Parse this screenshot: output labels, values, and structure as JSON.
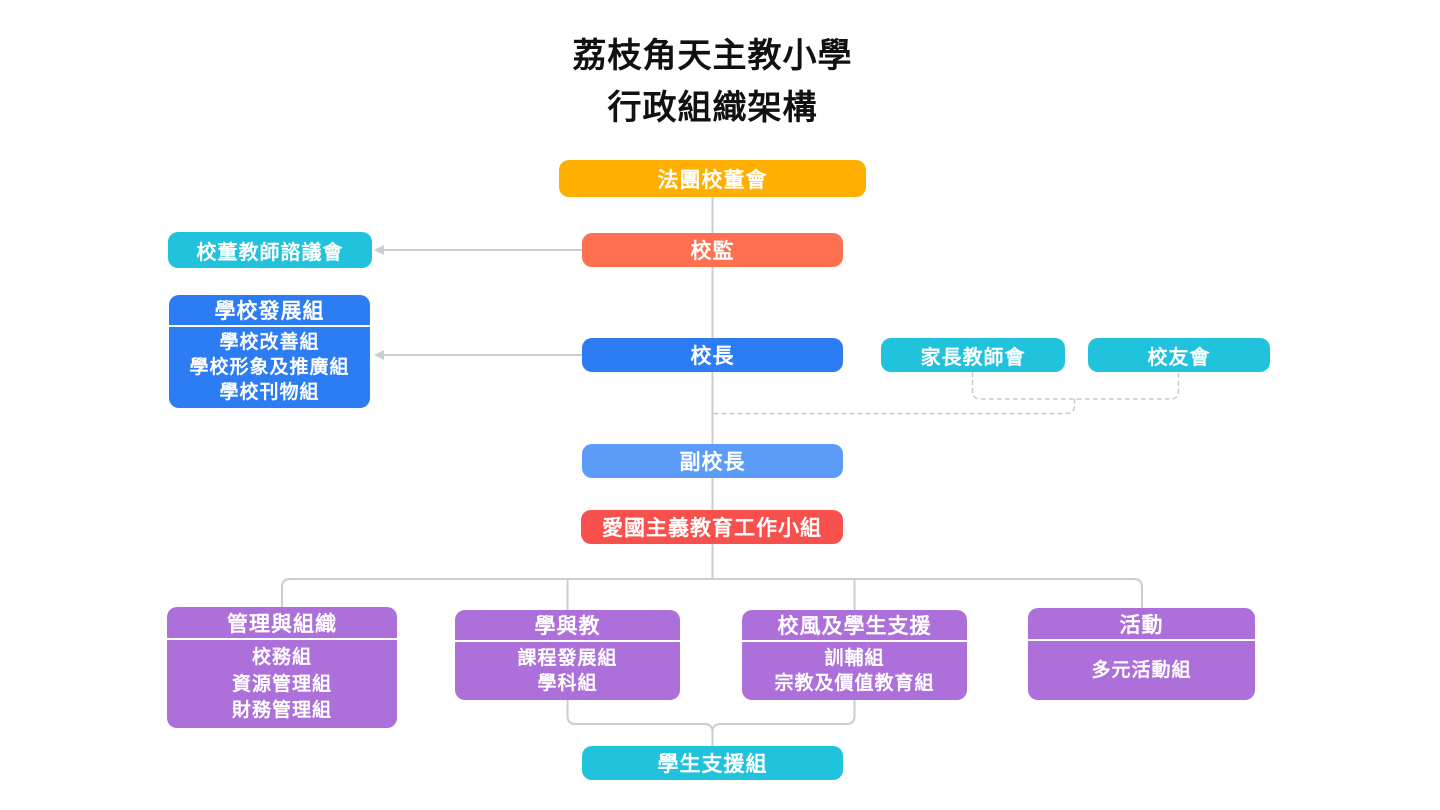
{
  "title": {
    "line1": "荔枝角天主教小學",
    "line2": "行政組織架構"
  },
  "nodes": {
    "board": {
      "label": "法團校董會"
    },
    "advisory": {
      "label": "校董教師諮議會"
    },
    "supervisor": {
      "label": "校監"
    },
    "development": {
      "header": "學校發展組",
      "items": [
        "學校改善組",
        "學校形象及推廣組",
        "學校刊物組"
      ]
    },
    "principal": {
      "label": "校長"
    },
    "pta": {
      "label": "家長教師會"
    },
    "alumni": {
      "label": "校友會"
    },
    "vice_principal": {
      "label": "副校長"
    },
    "patriotic_group": {
      "label": "愛國主義教育工作小組"
    },
    "student_support": {
      "label": "學生支援組"
    }
  },
  "groups": [
    {
      "header": "管理與組織",
      "items": [
        "校務組",
        "資源管理組",
        "財務管理組"
      ]
    },
    {
      "header": "學與教",
      "items": [
        "課程發展組",
        "學科組"
      ]
    },
    {
      "header": "校風及學生支援",
      "items": [
        "訓輔組",
        "宗教及價值教育組"
      ]
    },
    {
      "header": "活動",
      "items": [
        "多元活動組"
      ]
    }
  ],
  "palette": {
    "orange": "#FFAF00",
    "coral": "#FF7050",
    "cyan": "#20C3DB",
    "blue": "#2C7CF3",
    "light_blue": "#5C9CF8",
    "red": "#F8514D",
    "purple": "#AD70DB",
    "line_solid": "#C9CED3",
    "line_dashed": "#C5CACF",
    "title_text": "#111111",
    "node_text": "#FFFFFF"
  }
}
